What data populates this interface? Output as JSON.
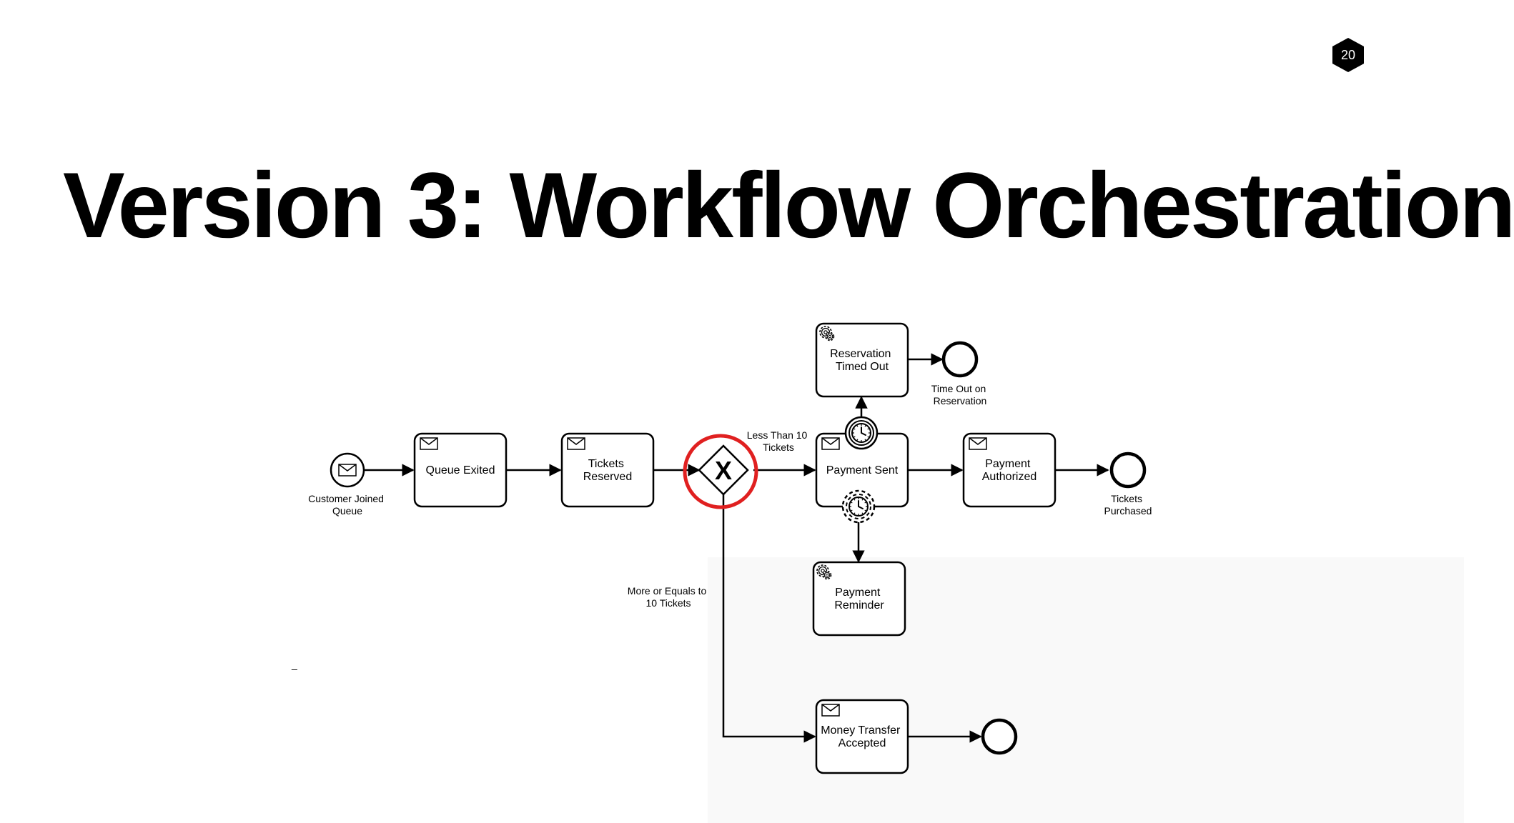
{
  "slide": {
    "page_number": "20",
    "title": "Version 3: Workflow Orchestration",
    "stray_mark": "_"
  },
  "diagram": {
    "start_event": {
      "label_lines": [
        "Customer Joined",
        "Queue"
      ],
      "icon": "envelope-icon"
    },
    "tasks": {
      "queue_exited": {
        "label_lines": [
          "Queue Exited"
        ],
        "icon": "envelope-icon"
      },
      "tickets_reserved": {
        "label_lines": [
          "Tickets",
          "Reserved"
        ],
        "icon": "envelope-icon"
      },
      "payment_sent": {
        "label_lines": [
          "Payment Sent"
        ],
        "icon": "envelope-icon"
      },
      "payment_authorized": {
        "label_lines": [
          "Payment",
          "Authorized"
        ],
        "icon": "envelope-icon"
      },
      "reservation_timed_out": {
        "label_lines": [
          "Reservation",
          "Timed Out"
        ],
        "icon": "gear-icon"
      },
      "payment_reminder": {
        "label_lines": [
          "Payment",
          "Reminder"
        ],
        "icon": "gear-icon"
      },
      "money_transfer_accepted": {
        "label_lines": [
          "Money Transfer",
          "Accepted"
        ],
        "icon": "envelope-icon"
      }
    },
    "end_events": {
      "time_out": {
        "label_lines": [
          "Time Out on",
          "Reservation"
        ]
      },
      "tickets_purchased": {
        "label_lines": [
          "Tickets",
          "Purchased"
        ]
      },
      "money_transfer_end": {
        "label_lines": []
      }
    },
    "gateway": {
      "type": "exclusive",
      "symbol": "X",
      "highlight_color": "#e02020"
    },
    "conditions": {
      "less_than": {
        "label_lines": [
          "Less Than 10",
          "Tickets"
        ]
      },
      "more_or_equal": {
        "label_lines": [
          "More or Equals to",
          "10 Tickets"
        ]
      }
    },
    "timer_events": {
      "reservation_timeout": {
        "icon": "clock-icon",
        "interrupting": true
      },
      "payment_reminder": {
        "icon": "clock-icon",
        "interrupting": false
      }
    }
  }
}
